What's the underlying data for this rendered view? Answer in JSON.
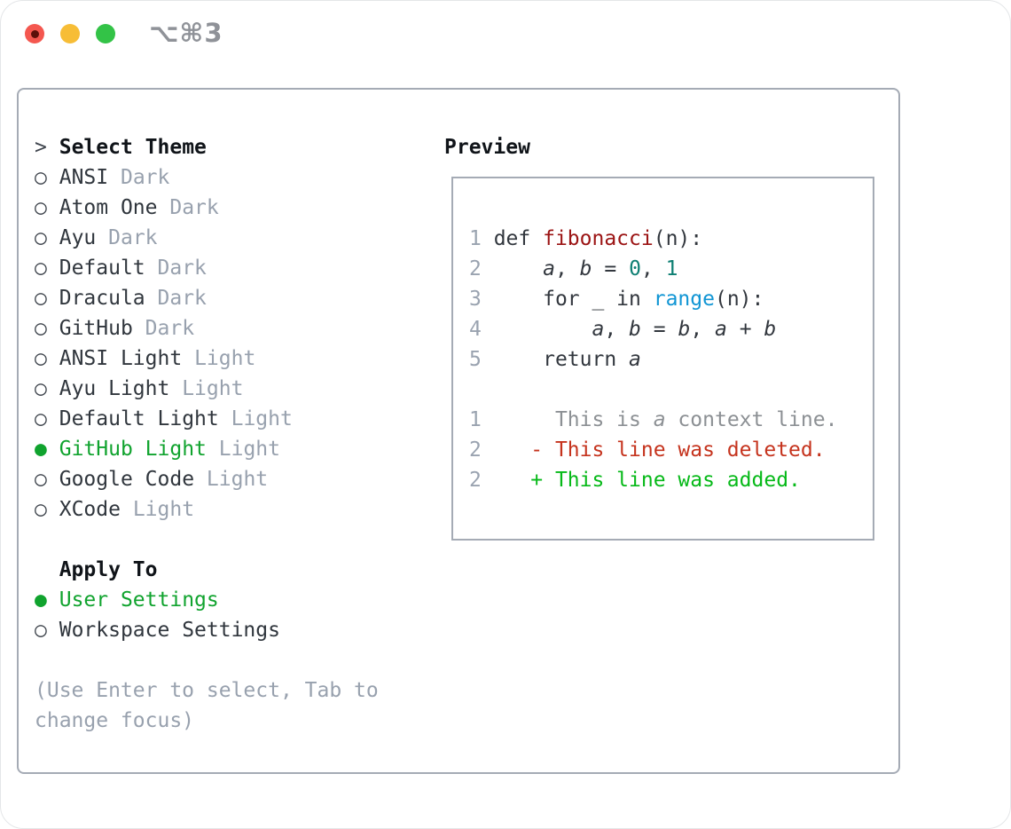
{
  "window": {
    "title_shortcut": "⌥⌘3"
  },
  "traffic_lights": {
    "close_color": "#f4574f",
    "close_dot_color": "#5c100a",
    "minimize_color": "#f7bd36",
    "zoom_color": "#33c347"
  },
  "theme_picker": {
    "prompt": ">",
    "title": "Select Theme",
    "marker_selected": "●",
    "marker_unselected": "○",
    "items": [
      {
        "name": "ANSI",
        "variant": "Dark",
        "selected": false
      },
      {
        "name": "Atom One",
        "variant": "Dark",
        "selected": false
      },
      {
        "name": "Ayu",
        "variant": "Dark",
        "selected": false
      },
      {
        "name": "Default",
        "variant": "Dark",
        "selected": false
      },
      {
        "name": "Dracula",
        "variant": "Dark",
        "selected": false
      },
      {
        "name": "GitHub",
        "variant": "Dark",
        "selected": false
      },
      {
        "name": "ANSI Light",
        "variant": "Light",
        "selected": false
      },
      {
        "name": "Ayu Light",
        "variant": "Light",
        "selected": false
      },
      {
        "name": "Default Light",
        "variant": "Light",
        "selected": false
      },
      {
        "name": "GitHub Light",
        "variant": "Light",
        "selected": true
      },
      {
        "name": "Google Code",
        "variant": "Light",
        "selected": false
      },
      {
        "name": "XCode",
        "variant": "Light",
        "selected": false
      }
    ],
    "apply_to": {
      "title": "Apply To",
      "options": [
        {
          "name": "User Settings",
          "selected": true
        },
        {
          "name": "Workspace Settings",
          "selected": false
        }
      ]
    },
    "hint": "(Use Enter to select, Tab to change focus)"
  },
  "preview": {
    "title": "Preview",
    "lines": [
      {
        "kind": "code-line",
        "num": "1",
        "parts": [
          {
            "t": "def ",
            "c": "plain"
          },
          {
            "t": "fibonacci",
            "c": "func"
          },
          {
            "t": "(n):",
            "c": "plain"
          }
        ]
      },
      {
        "kind": "code-line",
        "num": "2",
        "parts": [
          {
            "t": "    ",
            "c": "plain"
          },
          {
            "t": "a",
            "c": "var"
          },
          {
            "t": ", ",
            "c": "plain"
          },
          {
            "t": "b",
            "c": "var"
          },
          {
            "t": " = ",
            "c": "plain"
          },
          {
            "t": "0",
            "c": "numlit"
          },
          {
            "t": ", ",
            "c": "plain"
          },
          {
            "t": "1",
            "c": "numlit"
          }
        ]
      },
      {
        "kind": "code-line",
        "num": "3",
        "parts": [
          {
            "t": "    for _ in ",
            "c": "plain"
          },
          {
            "t": "range",
            "c": "builtin"
          },
          {
            "t": "(n):",
            "c": "plain"
          }
        ]
      },
      {
        "kind": "code-line",
        "num": "4",
        "parts": [
          {
            "t": "        ",
            "c": "plain"
          },
          {
            "t": "a",
            "c": "var"
          },
          {
            "t": ", ",
            "c": "plain"
          },
          {
            "t": "b",
            "c": "var"
          },
          {
            "t": " = ",
            "c": "plain"
          },
          {
            "t": "b",
            "c": "var"
          },
          {
            "t": ", ",
            "c": "plain"
          },
          {
            "t": "a",
            "c": "var"
          },
          {
            "t": " + ",
            "c": "plain"
          },
          {
            "t": "b",
            "c": "var"
          }
        ]
      },
      {
        "kind": "code-line",
        "num": "5",
        "parts": [
          {
            "t": "    return ",
            "c": "plain"
          },
          {
            "t": "a",
            "c": "var"
          }
        ]
      },
      {
        "kind": "blank-line",
        "num": "",
        "parts": []
      },
      {
        "kind": "diff-context-line",
        "num": "1",
        "parts": [
          {
            "t": "     This is ",
            "c": "ctx"
          },
          {
            "t": "a",
            "c": "ctxvar"
          },
          {
            "t": " context line.",
            "c": "ctx"
          }
        ]
      },
      {
        "kind": "diff-deleted-line",
        "num": "2",
        "parts": [
          {
            "t": "   - This line was deleted.",
            "c": "del"
          }
        ]
      },
      {
        "kind": "diff-added-line",
        "num": "2",
        "parts": [
          {
            "t": "   + This line was added.",
            "c": "add"
          }
        ]
      }
    ]
  },
  "colors": {
    "selection_green": "#10a32e",
    "added_green": "#06b918",
    "deleted_red": "#c5331d",
    "function_red": "#9b1313",
    "number_teal": "#0e7f73",
    "builtin_blue": "#1095d4",
    "muted_gray": "#98a1ae",
    "text_dark": "#30363d",
    "panel_border": "#a5abb5"
  }
}
